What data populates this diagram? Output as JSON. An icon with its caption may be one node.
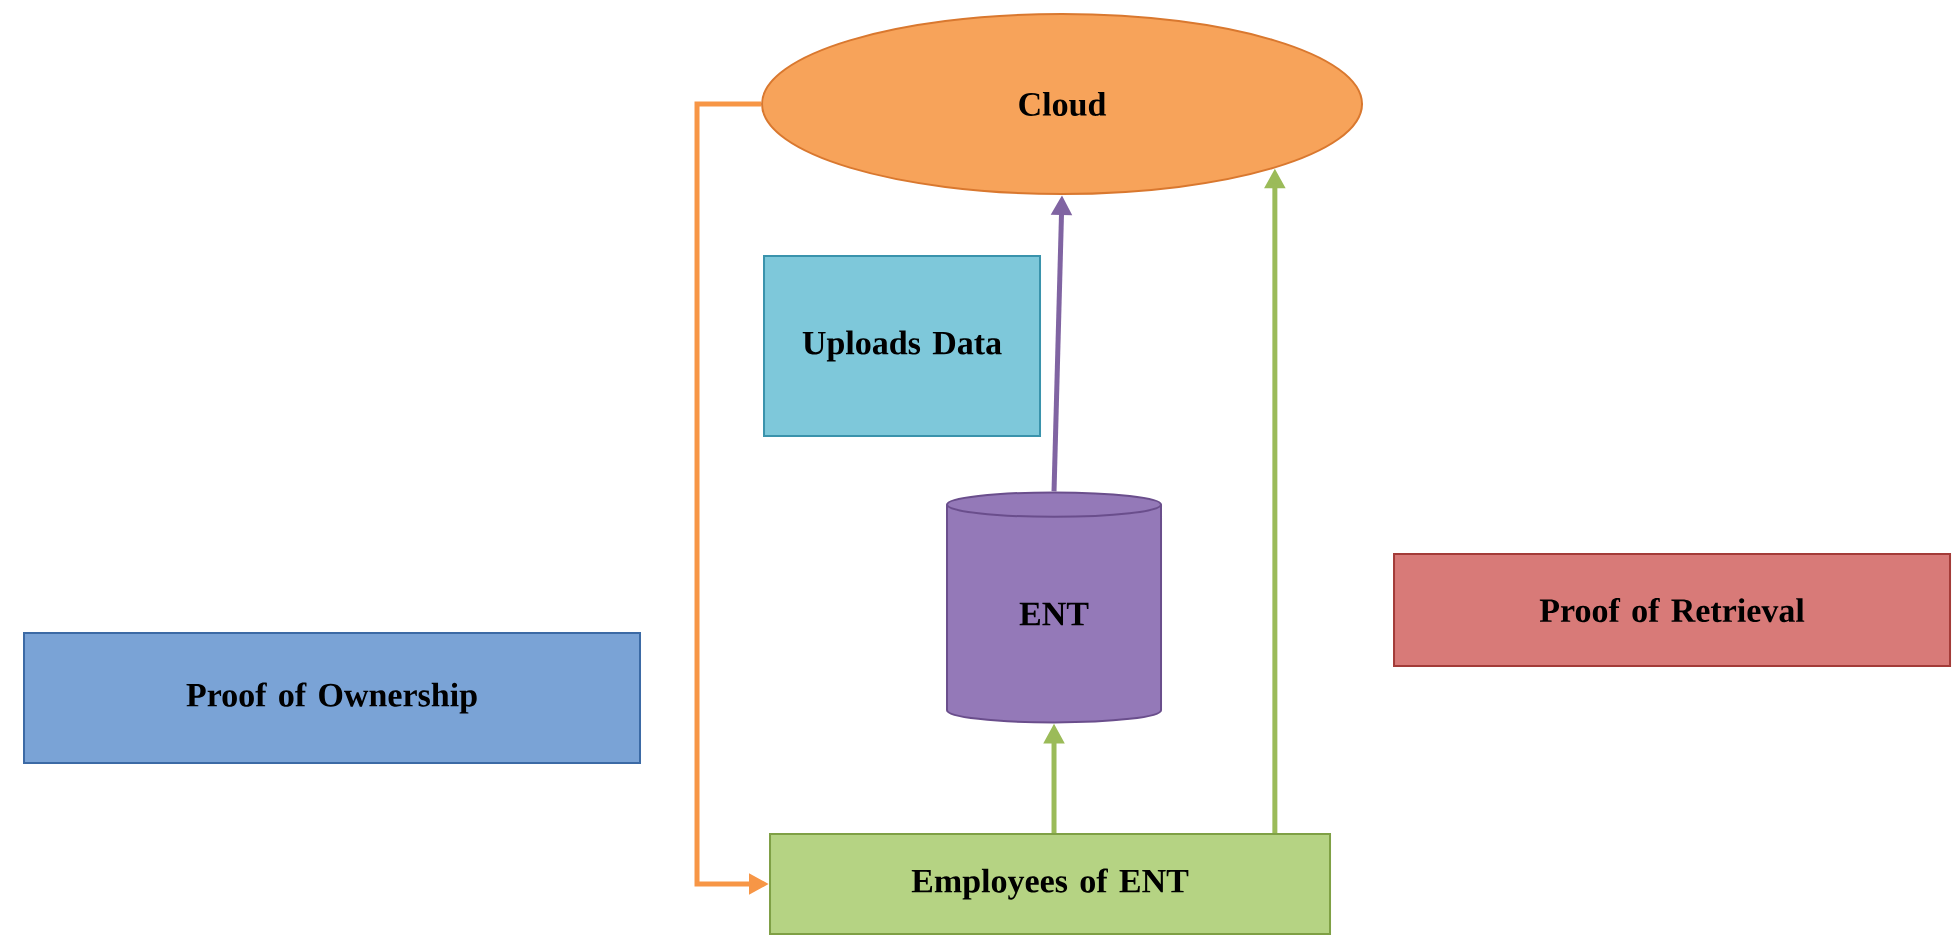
{
  "diagram": {
    "nodes": [
      {
        "text": [
          "Cloud"
        ]
      },
      {
        "text": [
          "Uploads Data"
        ]
      },
      {
        "text": [
          "ENT"
        ]
      },
      {
        "text": [
          "Proof of Ownership"
        ]
      },
      {
        "text": [
          "Proof of Retrieval"
        ]
      },
      {
        "text": [
          "Employees of ENT"
        ]
      }
    ],
    "edges": [
      {
        "from": 0,
        "to": 5,
        "arrow": "to",
        "color": "#f79646"
      },
      {
        "from": 2,
        "to": 0,
        "arrow": "to",
        "color": "#8064a2"
      },
      {
        "from": 5,
        "to": 2,
        "arrow": "to",
        "color": "#9bbb59"
      },
      {
        "from": 5,
        "to": 0,
        "arrow": "to",
        "color": "#9bbb59"
      }
    ]
  }
}
